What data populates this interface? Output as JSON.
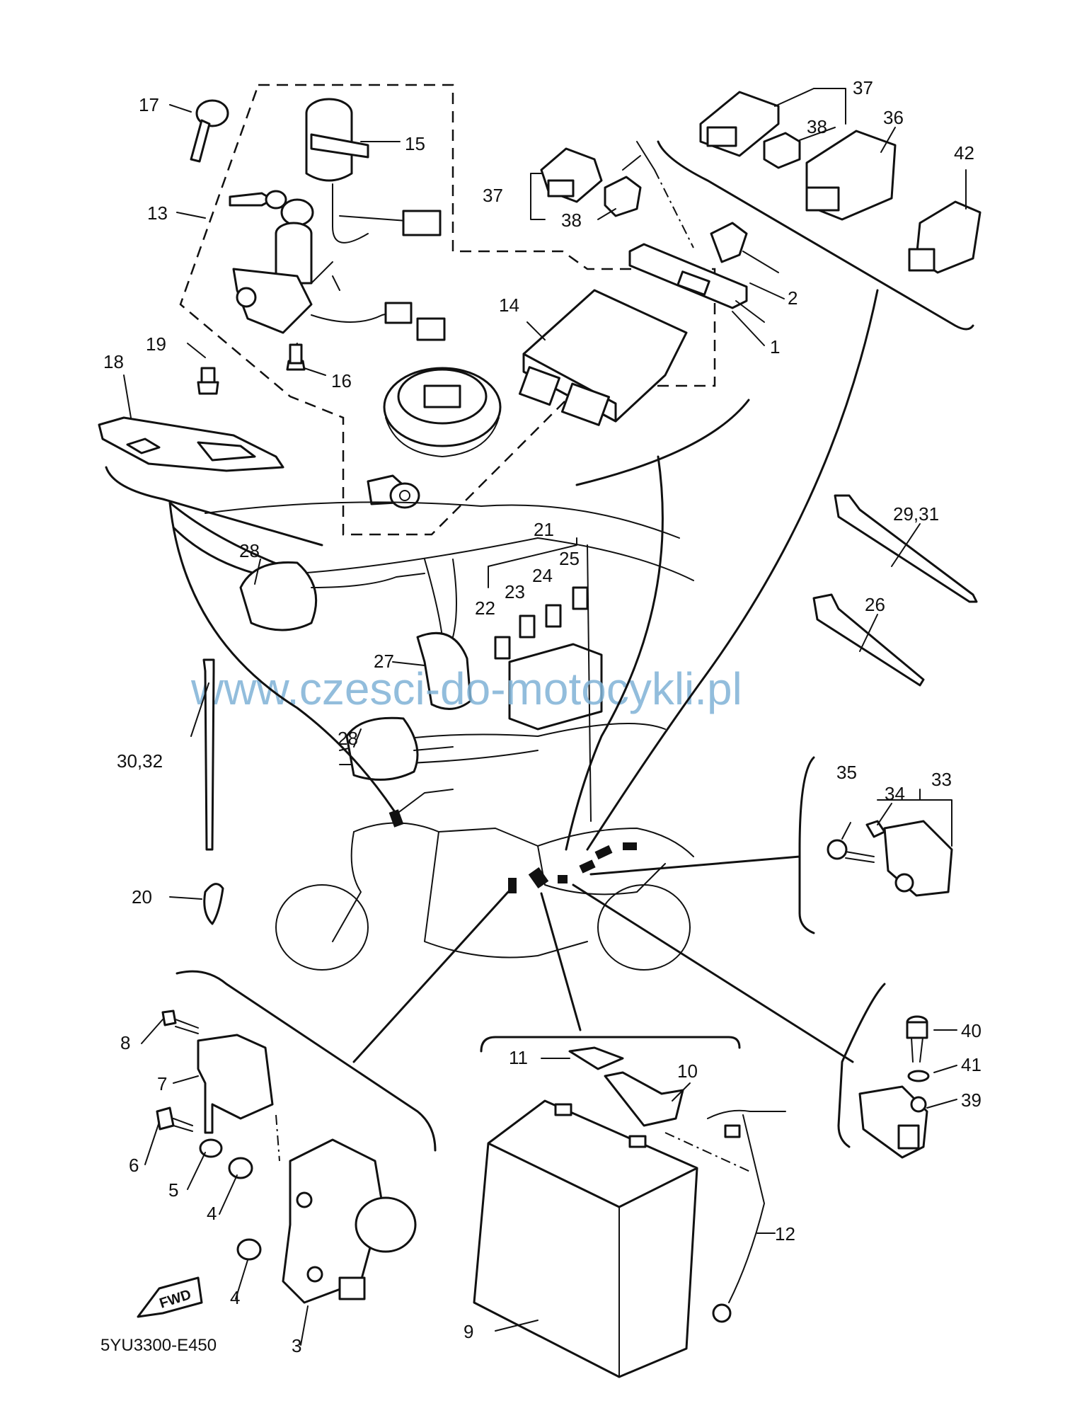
{
  "diagram": {
    "code": "5YU3300-E450",
    "watermark": "www.czesci-do-motocykli.pl",
    "direction_label": "FWD",
    "callouts": {
      "c1": "1",
      "c2": "2",
      "c3": "3",
      "c4a": "4",
      "c4b": "4",
      "c5": "5",
      "c6": "6",
      "c7": "7",
      "c8": "8",
      "c9": "9",
      "c10": "10",
      "c11": "11",
      "c12": "12",
      "c13": "13",
      "c14": "14",
      "c15": "15",
      "c16": "16",
      "c17": "17",
      "c18": "18",
      "c19": "19",
      "c20": "20",
      "c21": "21",
      "c22": "22",
      "c23": "23",
      "c24": "24",
      "c25": "25",
      "c26": "26",
      "c27": "27",
      "c28a": "28",
      "c28b": "28",
      "c29": "29,31",
      "c30": "30,32",
      "c33": "33",
      "c34": "34",
      "c35": "35",
      "c36": "36",
      "c37a": "37",
      "c37b": "37",
      "c38a": "38",
      "c38b": "38",
      "c39": "39",
      "c40": "40",
      "c41": "41",
      "c42": "42"
    }
  }
}
